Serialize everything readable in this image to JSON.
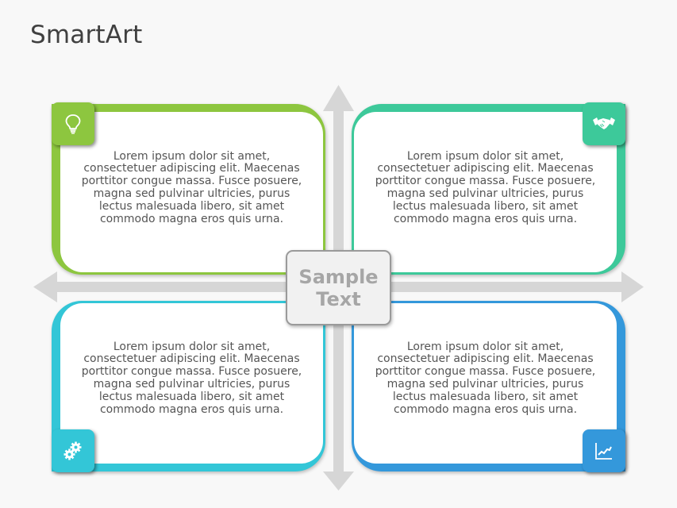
{
  "title": "SmartArt",
  "center": {
    "label": "Sample Text"
  },
  "colors": {
    "green": "#8dc63f",
    "teal": "#3dc99a",
    "cyan": "#33c6d7",
    "blue": "#3498db",
    "arrow": "#d6d6d6",
    "center_text": "#a6a6a6"
  },
  "quadrants": [
    {
      "position": "top-left",
      "icon": "lightbulb-icon",
      "color": "#8dc63f",
      "text": "Lorem ipsum dolor sit amet, consectetuer adipiscing elit. Maecenas porttitor congue massa. Fusce posuere, magna sed pulvinar ultricies, purus lectus malesuada libero, sit amet commodo magna eros quis urna."
    },
    {
      "position": "top-right",
      "icon": "handshake-icon",
      "color": "#3dc99a",
      "text": "Lorem ipsum dolor sit amet, consectetuer adipiscing elit. Maecenas porttitor congue massa. Fusce posuere, magna sed pulvinar ultricies, purus lectus malesuada libero, sit amet commodo magna eros quis urna."
    },
    {
      "position": "bottom-left",
      "icon": "gears-icon",
      "color": "#33c6d7",
      "text": "Lorem ipsum dolor sit amet, consectetuer adipiscing elit. Maecenas porttitor congue massa. Fusce posuere, magna sed pulvinar ultricies, purus lectus malesuada libero, sit amet commodo magna eros quis urna."
    },
    {
      "position": "bottom-right",
      "icon": "line-chart-icon",
      "color": "#3498db",
      "text": "Lorem ipsum dolor sit amet, consectetuer adipiscing elit. Maecenas porttitor congue massa. Fusce posuere, magna sed pulvinar ultricies, purus lectus malesuada libero, sit amet commodo magna eros quis urna."
    }
  ]
}
